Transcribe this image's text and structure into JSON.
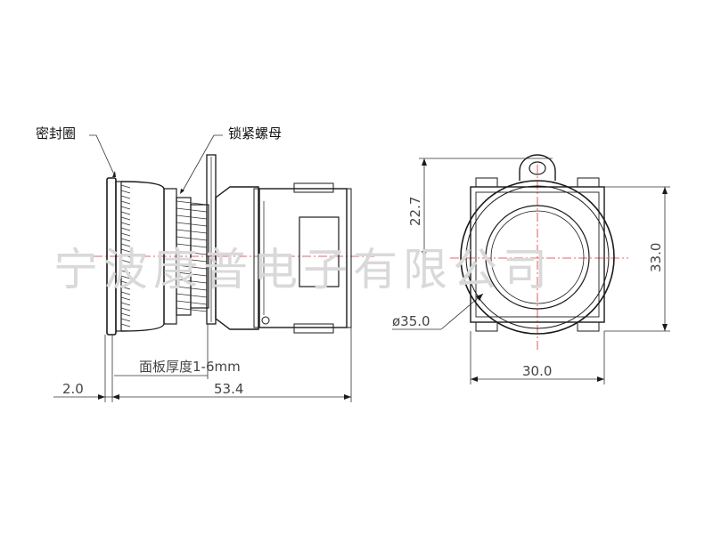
{
  "labels": {
    "seal_ring": "密封圈",
    "lock_nut": "锁紧螺母",
    "panel_thickness": "面板厚度1-6mm"
  },
  "dimensions": {
    "flange": "2.0",
    "overall_length": "53.4",
    "height_offset": "22.7",
    "height_total": "33.0",
    "diameter": "ø35.0",
    "width": "30.0"
  },
  "watermark": "宁波康普电子有限公司",
  "colors": {
    "centerline": "#e0303a",
    "stroke": "#1a1a1a",
    "watermark": "#d9d9d9"
  }
}
